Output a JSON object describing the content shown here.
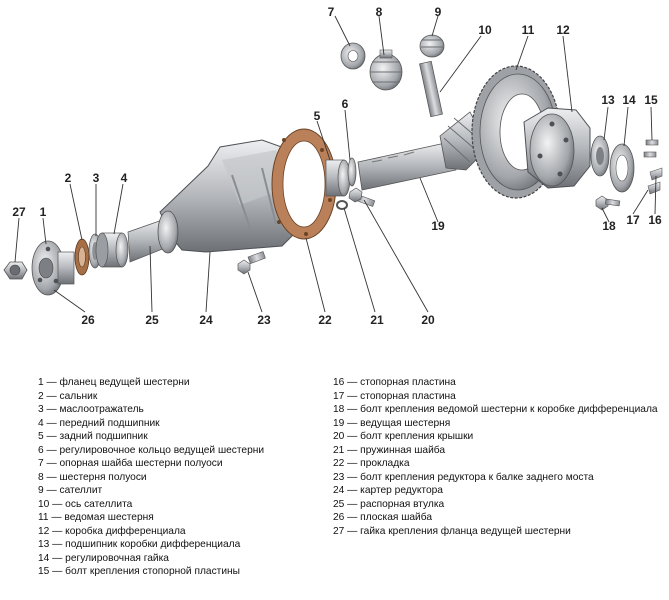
{
  "callouts": {
    "c1": "1",
    "c2": "2",
    "c3": "3",
    "c4": "4",
    "c5": "5",
    "c6": "6",
    "c7": "7",
    "c8": "8",
    "c9": "9",
    "c10": "10",
    "c11": "11",
    "c12": "12",
    "c13": "13",
    "c14": "14",
    "c15": "15",
    "c16": "16",
    "c17": "17",
    "c18": "18",
    "c19": "19",
    "c20": "20",
    "c21": "21",
    "c22": "22",
    "c23": "23",
    "c24": "24",
    "c25": "25",
    "c26": "26",
    "c27": "27"
  },
  "legend": {
    "left": [
      "1 — фланец ведущей шестерни",
      "2 — сальник",
      "3 — маслоотражатель",
      "4 — передний подшипник",
      "5 — задний подшипник",
      "6 — регулировочное кольцо ведущей шестерни",
      "7 — опорная шайба шестерни полуоси",
      "8 — шестерня полуоси",
      "9 — сателлит",
      "10 — ось сателлита",
      "11 — ведомая шестерня",
      "12 — коробка дифференциала",
      "13 — подшипник коробки дифференциала",
      "14 — регулировочная гайка",
      "15 — болт крепления стопорной пластины"
    ],
    "right": [
      "16 — стопорная пластина",
      "17 — стопорная пластина",
      "18 — болт крепления ведомой шестерни к коробке дифференциала",
      "19 — ведущая шестерня",
      "20 — болт крепления крышки",
      "21 — пружинная шайба",
      "22 — прокладка",
      "23 — болт крепления редуктора к балке заднего моста",
      "24 — картер редуктора",
      "25 — распорная втулка",
      "26 — плоская шайба",
      "27 — гайка крепления фланца ведущей шестерни"
    ]
  },
  "colors": {
    "metal_light": "#d9dadc",
    "metal_mid": "#a9acb0",
    "metal_dark": "#6f7378",
    "gasket": "#b9805a"
  }
}
